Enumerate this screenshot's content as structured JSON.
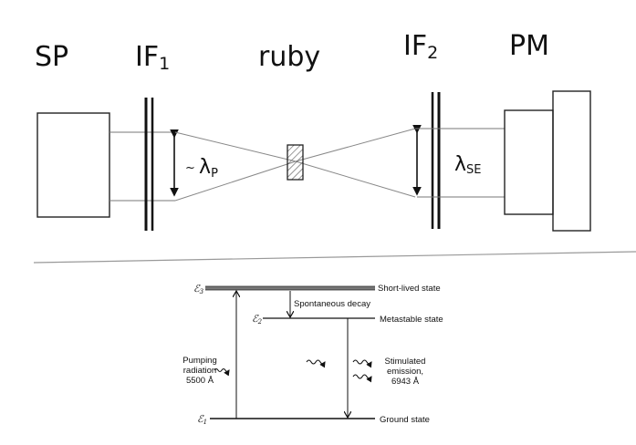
{
  "setup": {
    "labels": {
      "source": "SP",
      "filter1_main": "IF",
      "filter1_sub": "1",
      "sample": "ruby",
      "filter2_main": "IF",
      "filter2_sub": "2",
      "detector": "PM"
    },
    "beam_labels": {
      "pump_prefix": "~ ",
      "pump_lambda": "λ",
      "pump_sub": "P",
      "emission_lambda": "λ",
      "emission_sub": "SE"
    }
  },
  "energy_levels": {
    "levels": [
      {
        "symbol": "ℰ",
        "index": "3",
        "name": "Short-lived state"
      },
      {
        "symbol": "ℰ",
        "index": "2",
        "name": "Metastable state"
      },
      {
        "symbol": "ℰ",
        "index": "1",
        "name": "Ground state"
      }
    ],
    "transition_label": "Spontaneous decay",
    "pumping": {
      "line1": "Pumping",
      "line2": "radiation",
      "line3": "5500 Å"
    },
    "emission": {
      "line1": "Stimulated",
      "line2": "emission,",
      "line3": "6943 Å"
    }
  }
}
